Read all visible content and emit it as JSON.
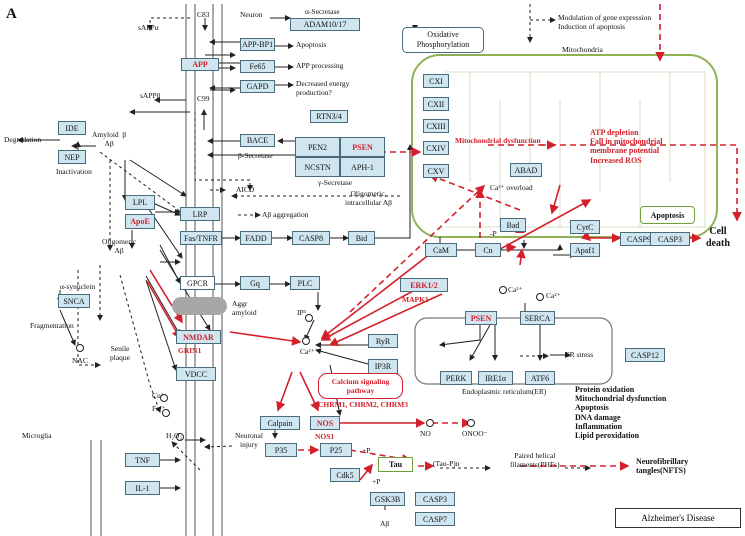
{
  "panel_label": "A",
  "legend": "Alzheimer's Disease",
  "colors": {
    "box_fill": "#cfe6f1",
    "box_border": "#4a6b7a",
    "accent_red": "#d4202a",
    "mito_green": "#6ea13a"
  },
  "membrane_labels": {
    "neuron": "Neuron",
    "microglia": "Microglia"
  },
  "nodes": {
    "adam": "ADAM10/17",
    "app_bp1": "APP-BP1",
    "fe65": "Fe65",
    "gapd": "GAPD",
    "app": "APP",
    "bace": "BACE",
    "rtn": "RTN3/4",
    "pen2": "PEN2",
    "psen_top": "PSEN",
    "ncstn": "NCSTN",
    "aph1": "APH-1",
    "ide": "IDE",
    "nep": "NEP",
    "lpl": "LPL",
    "apoe": "ApoE",
    "lrp": "LRP",
    "fas": "Fas/TNFR",
    "fadd": "FADD",
    "casp8": "CASP8",
    "bid": "Bid",
    "cxi": "CXI",
    "cxii": "CXII",
    "cxiii": "CXIII",
    "cxiv": "CXIV",
    "cxv": "CXV",
    "abad": "ABAD",
    "bad": "Bad",
    "cam": "CaM",
    "cn": "Cn",
    "cytc": "CytC",
    "apaf1": "Apaf1",
    "casp9": "CASP9",
    "casp3": "CASP3",
    "apoptosis_box": "Apoptosis",
    "gpcr": "GPCR",
    "gq": "Gq",
    "plc": "PLC",
    "snca": "SNCA",
    "erk": "ERK1/2",
    "nmdar": "NMDAR",
    "vdcc": "VDCC",
    "ryr": "RyR",
    "ip3r": "IP3R",
    "psen_er": "PSEN",
    "serca": "SERCA",
    "perk": "PERK",
    "ire1a": "IRE1α",
    "atf6": "ATF6",
    "casp12": "CASP12",
    "calpain": "Calpain",
    "nos": "NOS",
    "p35": "P35",
    "p25": "P25",
    "cdk5": "Cdk5",
    "tau": "Tau",
    "gsk3b": "GSK3B",
    "casp3b": "CASP3",
    "casp7": "CASP7",
    "tnf": "TNF",
    "il1": "IL-1",
    "oxphos": "Oxidative\nPhosphorylation"
  },
  "labels": {
    "salpha": "α-Secretase",
    "c83": "C83",
    "sappa": "sAPPα",
    "apoptosis1": "Apoptosis",
    "appproc": "APP processing",
    "decreased": "Decreased energy\nproduction?",
    "c99": "C99",
    "sappb": "sAPPβ",
    "bsec": "β-Secretase",
    "gsec": "γ-Secretase",
    "amyloid": "Amyloid  β\nAβ",
    "degradation": "Degradation",
    "inactivation": "Inactivation",
    "aicd": "AICD",
    "abagg": "Aβ aggregation",
    "oligo_intra": "Oligomeric,\nintracellular Aβ",
    "modulation": "Modulation of gene expression\nInduction of apoptosis",
    "mitochondria": "Mitochondria",
    "mito_dys": "Mitochondrial dysfunction",
    "ca_overload": "Ca²⁺ overload",
    "atp": "ATP depletion\nFall in mitochondrial\nmembrane potential\nIncreased ROS",
    "celldeath": "Cell\ndeath",
    "minus_p": "-P",
    "oligomeric": "Oligomeric\nAβ",
    "asyn": "α-synuclein",
    "fragmentation": "Fragmentation",
    "aggr": "Aggr\namyloid",
    "mapk1": "MAPK1",
    "ip3": "IP³",
    "ca_erk": "Ca²⁺",
    "ca_serca": "Ca²⁺",
    "grin1": "GRIN1",
    "senile": "Senile\nplaque",
    "nac": "NAC",
    "ca_center": "Ca²⁺",
    "er_stress": "ER stress",
    "er": "Endoplasmic reticulum(ER)",
    "calcium_pathway": "Calcium signaling\npathway",
    "chrm": "CHRM1, CHRM2, CHRM3",
    "cu": "Cu⁺",
    "fe": "Fe²⁺",
    "h2o2": "H₂O₂",
    "nos1": "NOS1",
    "no": "NO",
    "onoo": "ONOO⁻",
    "damage": "Protein oxidation\nMitochondrial dysfunction\nApoptosis\nDNA damage\nInflammation\nLipid peroxidation",
    "neuronal_injury": "Neuronal\ninjury",
    "plus_p1": "+P",
    "plus_p2": "+P",
    "taup": "(Tau-P)n",
    "phf": "Paired helical\nfilaments(PHFs)",
    "nfts": "Neurofibrillary\ntangles(NFTS)",
    "abeta_bottom": "Aβ"
  }
}
